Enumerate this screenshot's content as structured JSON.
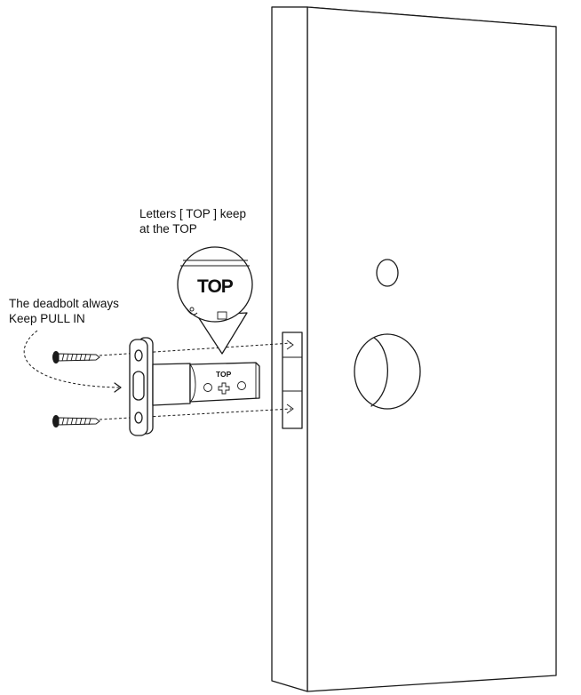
{
  "annotations": {
    "top_note_line1": "Letters [ TOP ] keep",
    "top_note_line2": "at the TOP",
    "deadbolt_note_line1": "The deadbolt always",
    "deadbolt_note_line2": "Keep PULL IN"
  },
  "latch": {
    "magnified_label": "TOP",
    "body_label": "TOP"
  },
  "icons": [
    "screw-icon",
    "latch-icon",
    "door-icon",
    "magnifier-callout-icon"
  ]
}
